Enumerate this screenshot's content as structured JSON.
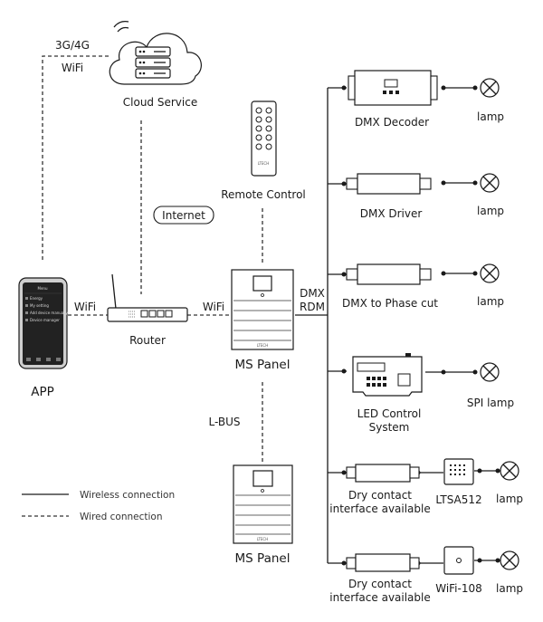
{
  "labels": {
    "cloud": "Cloud Service",
    "conn_3g": "3G/4G",
    "conn_wifi_top": "WiFi",
    "internet": "Internet",
    "remote": "Remote Control",
    "app": "APP",
    "wifi_app_router": "WiFi",
    "router": "Router",
    "wifi_router_panel": "WiFi",
    "ms_panel_1": "MS Panel",
    "ms_panel_2": "MS Panel",
    "lbus": "L-BUS",
    "dmx": "DMX",
    "rdm": "RDM",
    "dmx_decoder": "DMX Decoder",
    "dmx_driver": "DMX Driver",
    "dmx_phase": "DMX to Phase cut",
    "led_ctrl_1": "LED Control",
    "led_ctrl_2": "System",
    "dry1_1": "Dry contact",
    "dry1_2": "interface available",
    "dry2_1": "Dry contact",
    "dry2_2": "interface available",
    "ltsa": "LTSA512",
    "wifi108": "WiFi-108",
    "lamp1": "lamp",
    "lamp2": "lamp",
    "lamp3": "lamp",
    "spi_lamp": "SPI lamp",
    "lamp5": "lamp",
    "lamp6": "lamp",
    "panel_brand_1": "LTECH",
    "panel_brand_2": "LTECH",
    "remote_brand": "LTECH"
  },
  "legend": {
    "wireless": "Wireless connection",
    "wired": "Wired connection"
  },
  "phone": {
    "title": "Menu",
    "items": [
      "Energy",
      "My setting",
      "Add device manually",
      "Device manager"
    ]
  }
}
